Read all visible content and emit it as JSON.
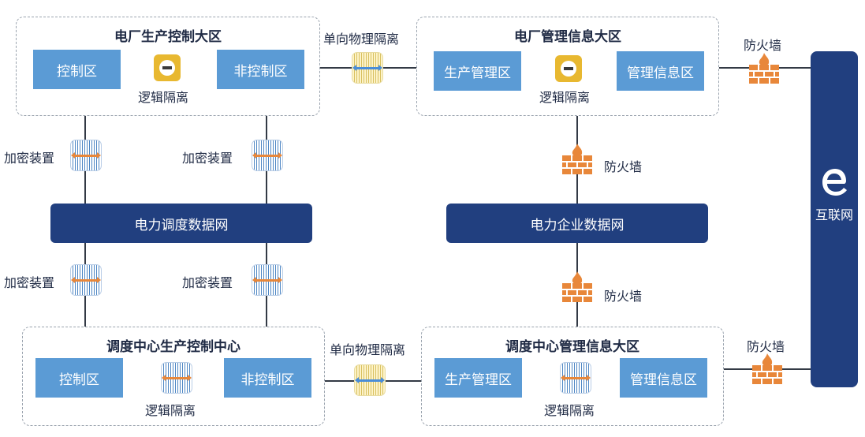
{
  "zones": {
    "plant_production": {
      "title": "电厂生产控制大区",
      "left": "控制区",
      "right": "非控制区",
      "isolation": "逻辑隔离"
    },
    "plant_management": {
      "title": "电厂管理信息大区",
      "left": "生产管理区",
      "right": "管理信息区",
      "isolation": "逻辑隔离"
    },
    "dispatch_production": {
      "title": "调度中心生产控制中心",
      "left": "控制区",
      "right": "非控制区",
      "isolation": "逻辑隔离"
    },
    "dispatch_management": {
      "title": "调度中心管理信息大区",
      "left": "生产管理区",
      "right": "管理信息区",
      "isolation": "逻辑隔离"
    }
  },
  "networks": {
    "dispatch_data_net": "电力调度数据网",
    "enterprise_data_net": "电力企业数据网",
    "internet": "互联网"
  },
  "labels": {
    "encryption_device": "加密装置",
    "one_way_physical_isolation": "单向物理隔离",
    "firewall": "防火墙"
  },
  "icons": {
    "internet_logo": "e",
    "firewall": "firewall-icon",
    "encryption": "encryption-device-icon",
    "physical_isolation": "physical-isolation-icon",
    "logical_isolation": "logical-isolation-icon"
  },
  "colors": {
    "subzone_blue": "#5b9bd5",
    "network_navy": "#213f7f",
    "firewall_orange": "#e8873a",
    "logic_yellow": "#e8b830"
  }
}
